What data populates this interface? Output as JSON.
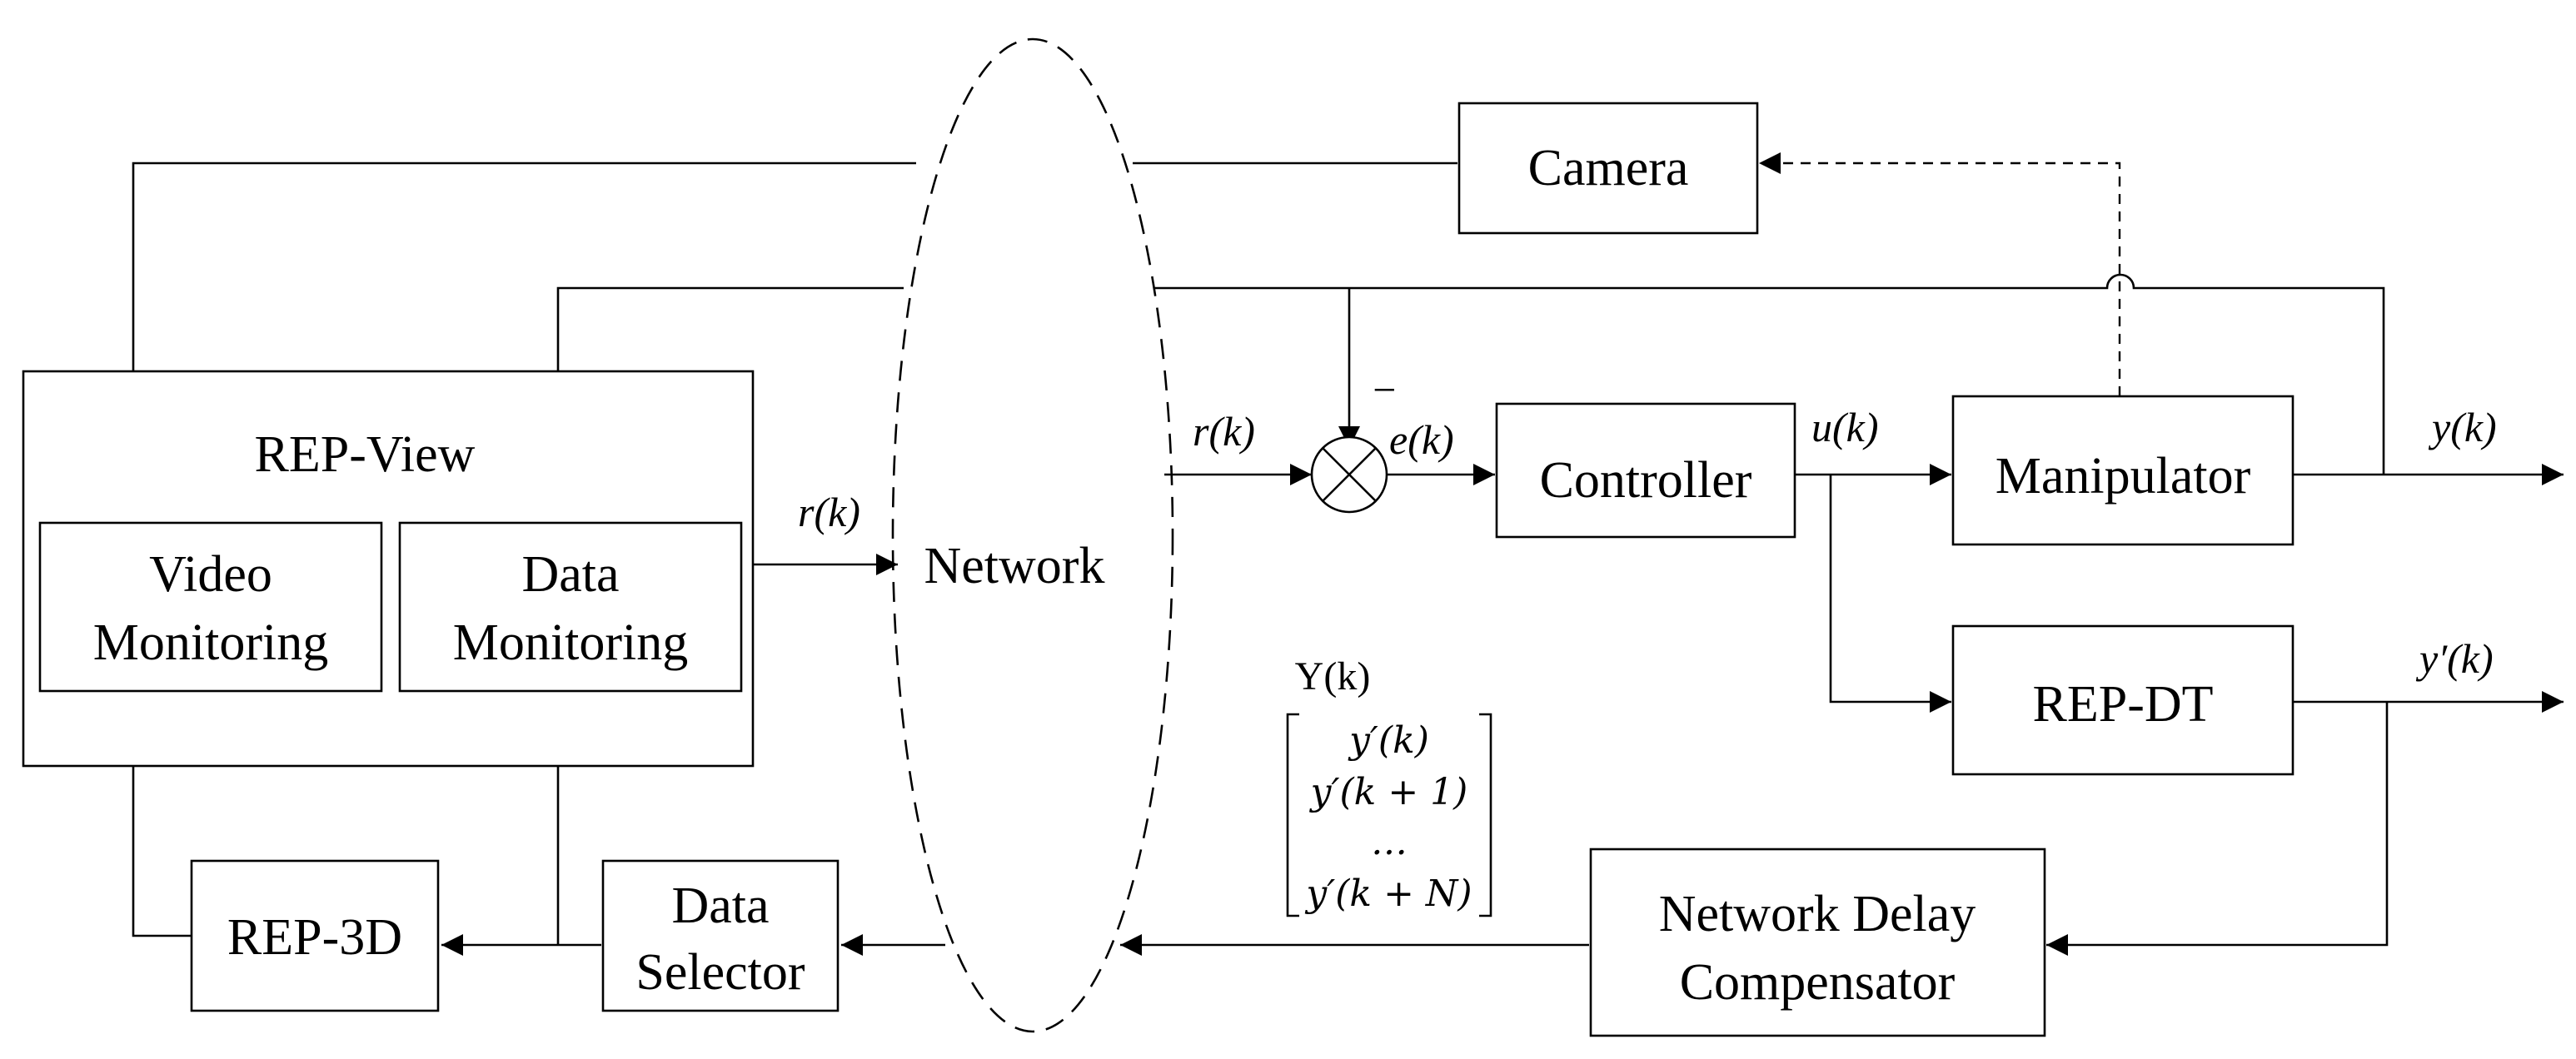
{
  "blocks": {
    "camera": "Camera",
    "rep_view": "REP-View",
    "video_monitoring": [
      "Video",
      "Monitoring"
    ],
    "data_monitoring": [
      "Data",
      "Monitoring"
    ],
    "network": "Network",
    "controller": "Controller",
    "manipulator": "Manipulator",
    "rep_dt": "REP-DT",
    "network_delay_compensator": [
      "Network Delay",
      "Compensator"
    ],
    "data_selector": [
      "Data",
      "Selector"
    ],
    "rep_3d": "REP-3D"
  },
  "signals": {
    "r_left": "r(k)",
    "r_right": "r(k)",
    "e": "e(k)",
    "u": "u(k)",
    "y": "y(k)",
    "y_prime": "y′(k)",
    "minus": "−"
  },
  "prediction": {
    "label": "Y(k)",
    "rows": [
      "y′(k)",
      "y′(k + 1)",
      "…",
      "y′(k + N)"
    ]
  }
}
